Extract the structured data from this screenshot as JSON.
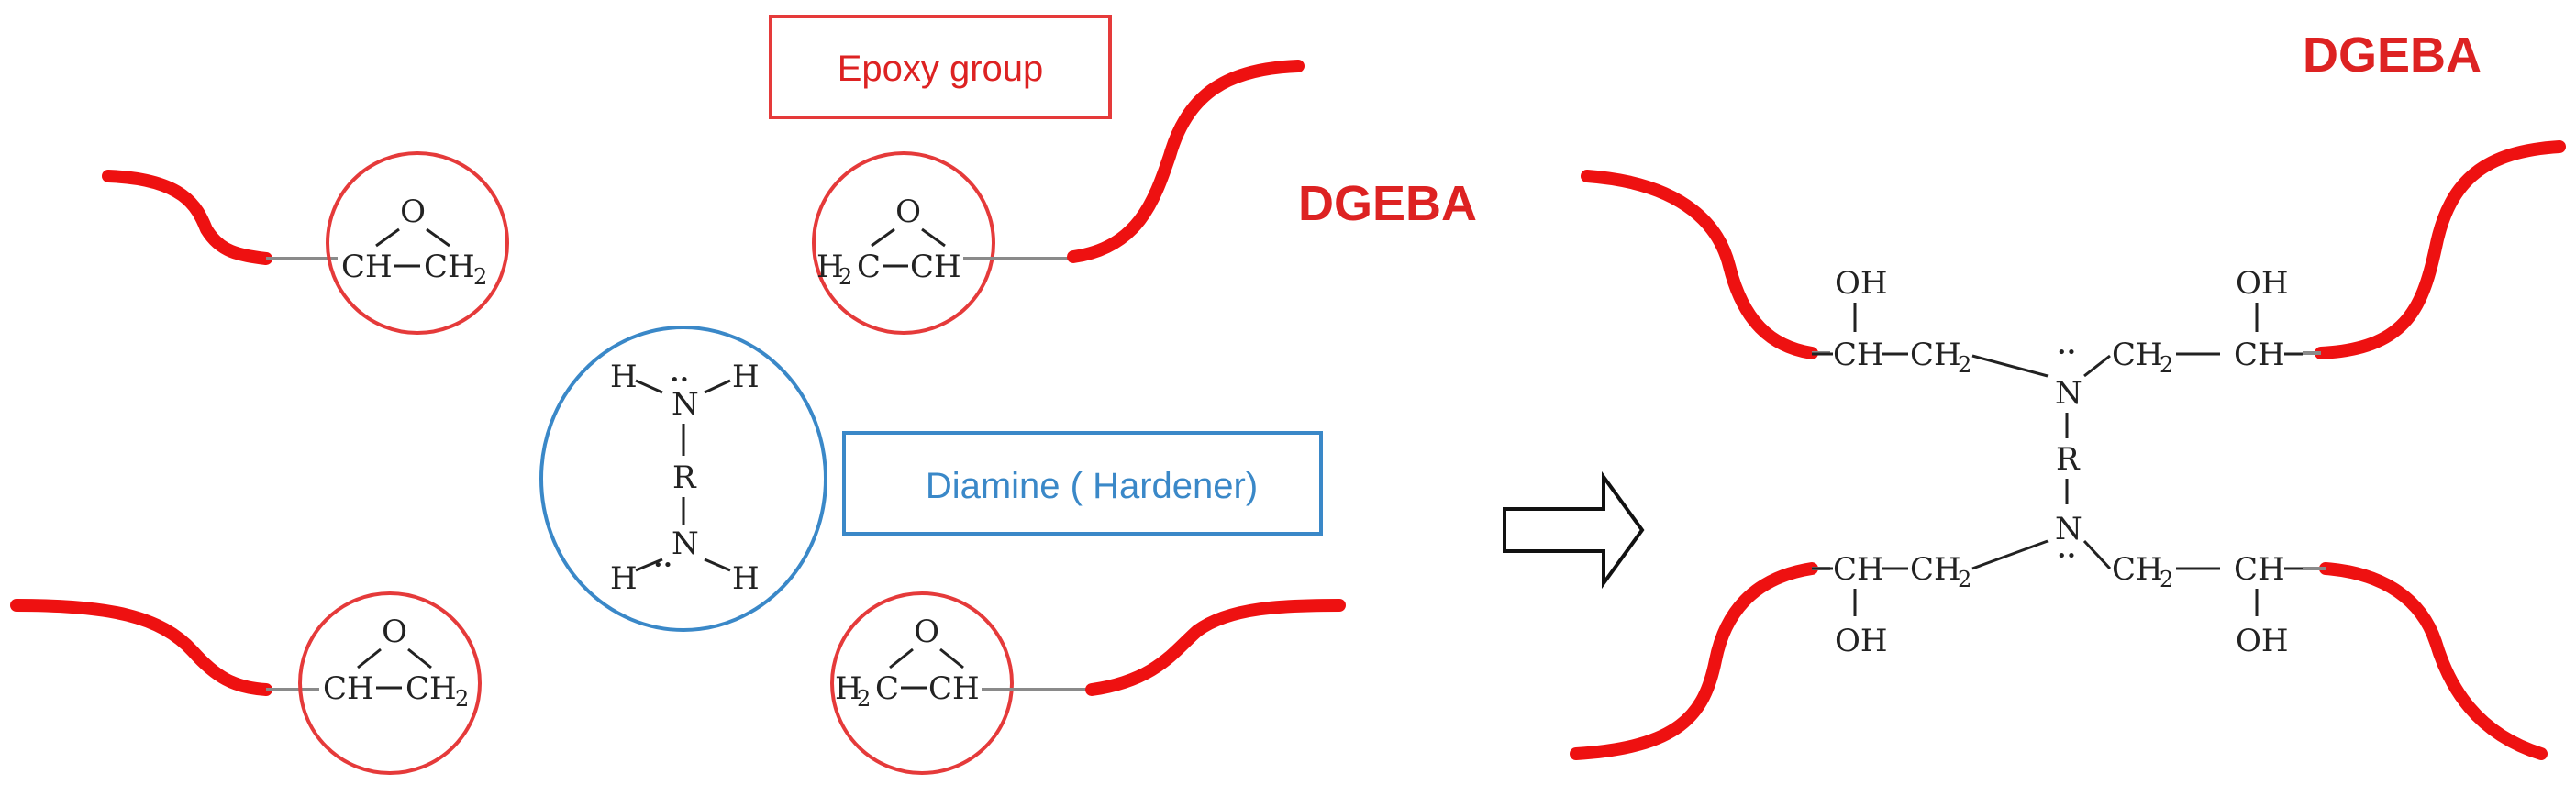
{
  "labels": {
    "epoxy_group": "Epoxy group",
    "diamine": "Diamine ( Hardener)",
    "dgeba_left": "DGEBA",
    "dgeba_right": "DGEBA"
  },
  "chem": {
    "oxygen": "O",
    "ch": "CH",
    "c": "C",
    "h": "H",
    "two": "2",
    "n": "N",
    "r": "R",
    "oh": "OH",
    "lone_pair": "••"
  },
  "colors": {
    "chain_red": "#ee1111",
    "circle_red": "#e53a3a",
    "diamine_blue": "#3a88c8",
    "label_red": "#dd2222",
    "text_dark": "#222222",
    "bond_gray": "#8a8a8a"
  }
}
